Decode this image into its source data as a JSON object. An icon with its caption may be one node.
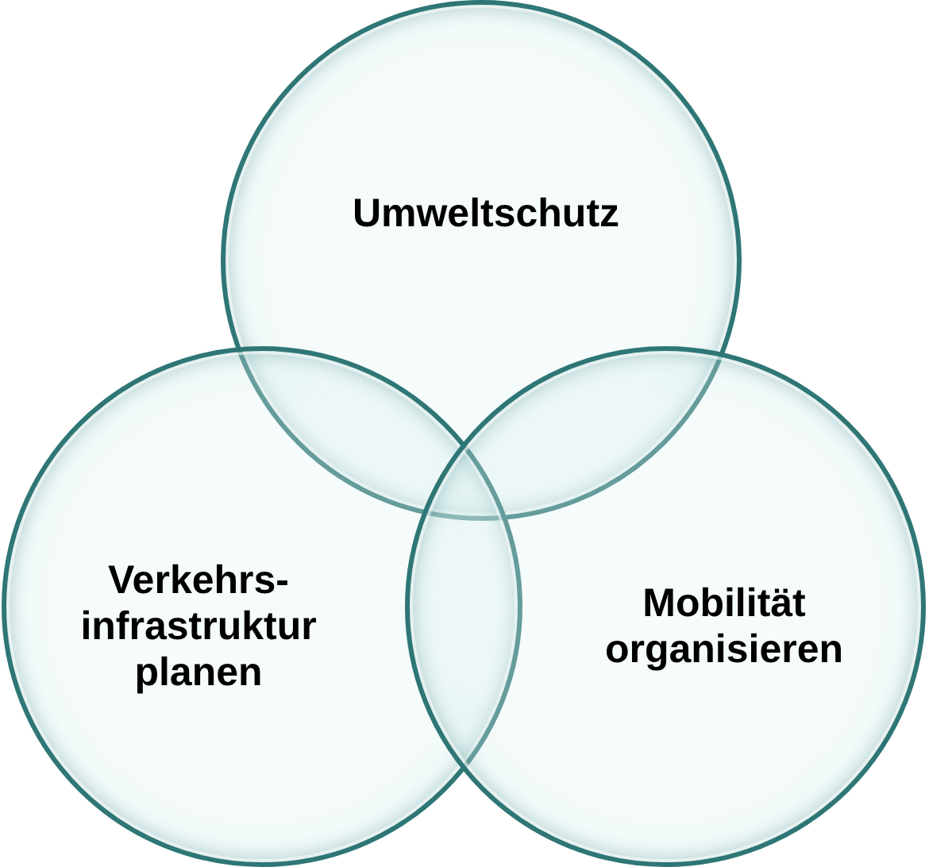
{
  "diagram": {
    "nodes": [
      {
        "text": [
          "Umweltschutz"
        ]
      },
      {
        "text": [
          "Verkehrs- infrastruktur planen"
        ]
      },
      {
        "text": [
          "Mobilität organisieren"
        ]
      }
    ]
  }
}
